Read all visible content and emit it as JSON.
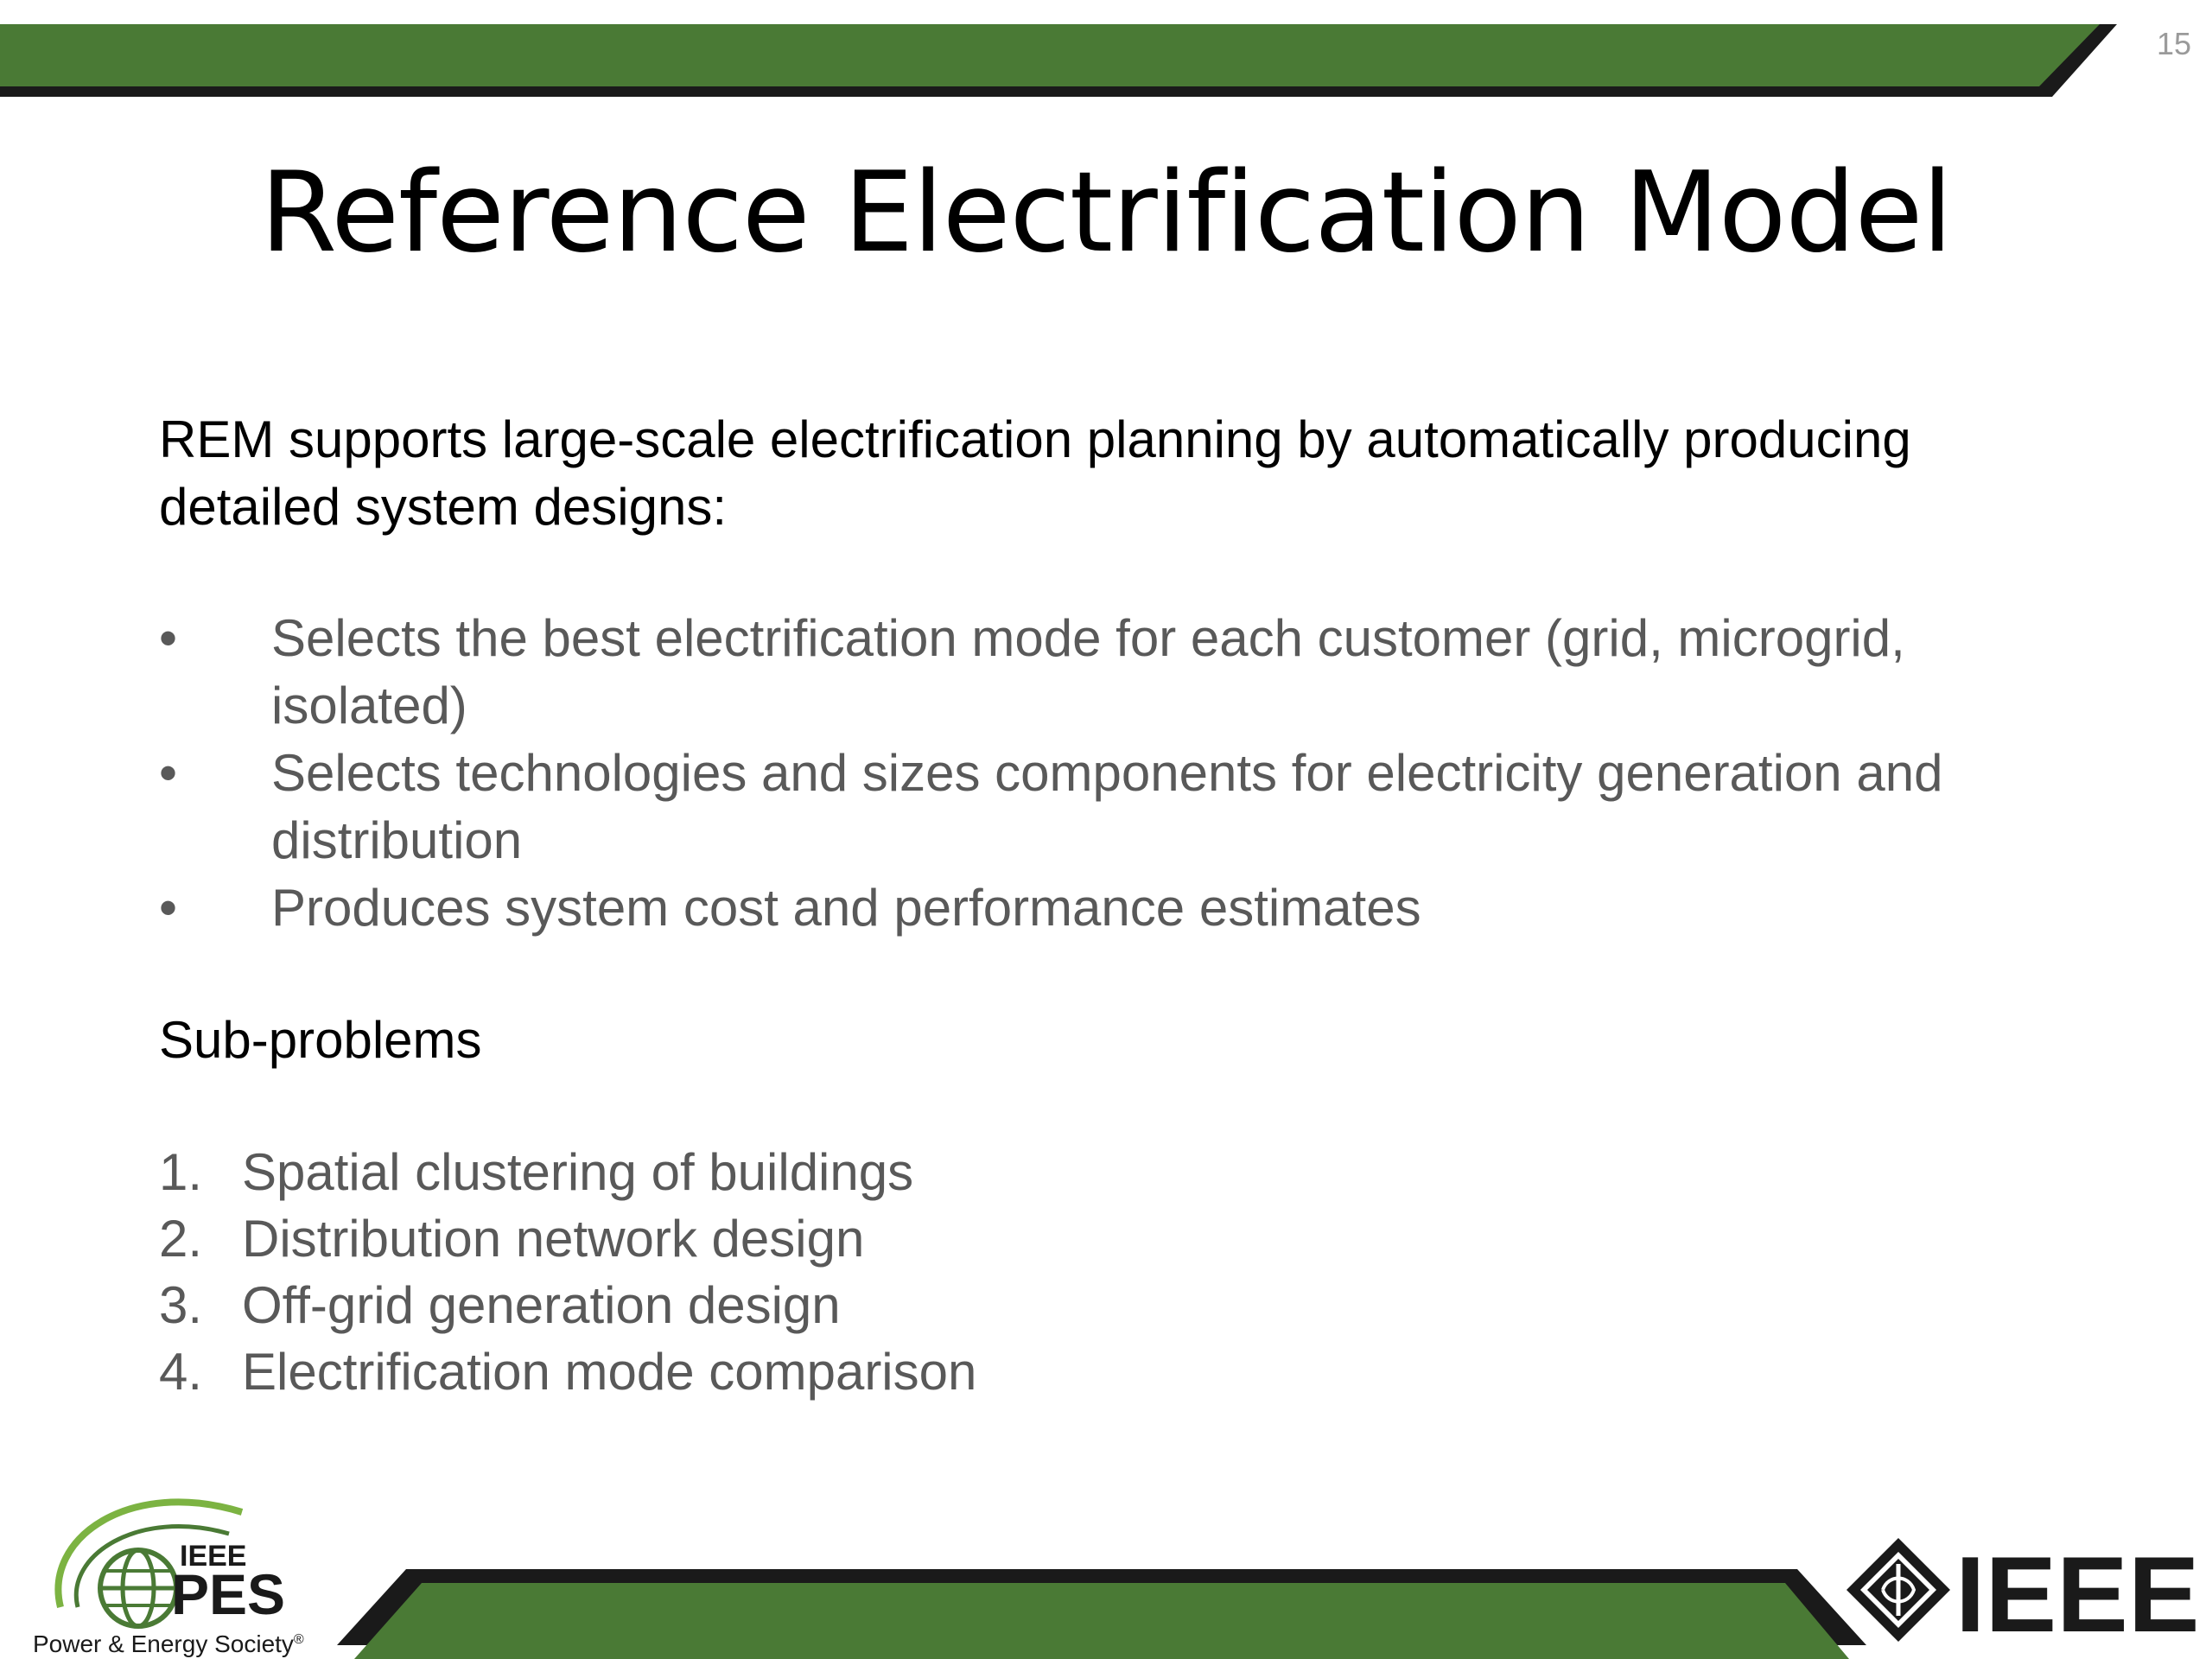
{
  "page_number": "15",
  "title": "Reference Electrification Model",
  "intro": "REM supports large-scale electrification planning by automatically producing detailed system designs:",
  "bullets": [
    "Selects the best electrification mode for each customer (grid, microgrid, isolated)",
    "Selects technologies and sizes components for electricity generation and distribution",
    "Produces system cost and performance estimates"
  ],
  "bullet_marker": "•",
  "subheading": "Sub-problems",
  "subproblems": [
    {
      "marker": "1.",
      "text": "Spatial clustering of buildings"
    },
    {
      "marker": "2.",
      "text": "Distribution network design"
    },
    {
      "marker": "3.",
      "text": "Off-grid generation design"
    },
    {
      "marker": "4.",
      "text": "Electrification mode comparison"
    }
  ],
  "logos": {
    "pes": {
      "small": "IEEE",
      "big": "PES",
      "tagline": "Power & Energy Society",
      "mark": "®"
    },
    "ieee": {
      "word": "IEEE"
    }
  },
  "colors": {
    "accent_green": "#4a7a35",
    "band_dark": "#1a1a1a",
    "body_gray": "#595959",
    "text_black": "#000000"
  }
}
